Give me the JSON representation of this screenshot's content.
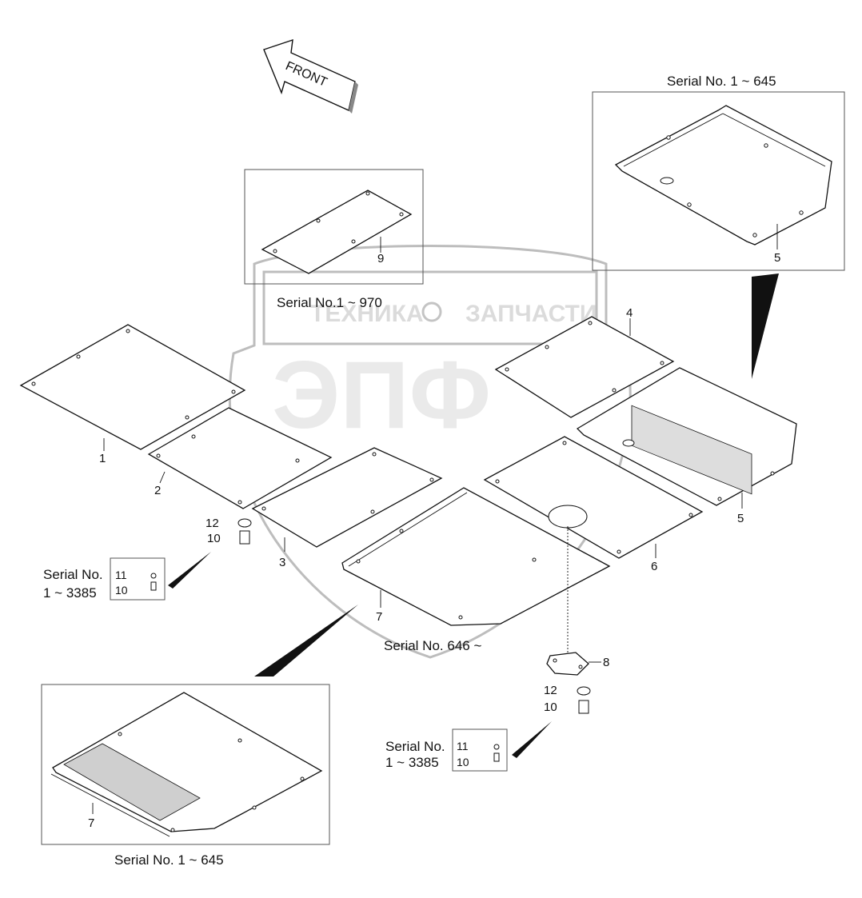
{
  "diagram": {
    "front_arrow": "FRONT",
    "watermark": {
      "left_word": "ТЕХНИКА",
      "right_word": "ЗАПЧАСТИ",
      "logo_letters": "ЭПФ"
    },
    "callouts": {
      "p1": "1",
      "p2": "2",
      "p3": "3",
      "p4": "4",
      "p5_main": "5",
      "p5_inset": "5",
      "p6": "6",
      "p7_main": "7",
      "p7_inset": "7",
      "p8": "8",
      "p9": "9",
      "p10_left": "10",
      "p10_right": "10",
      "p12_left": "12",
      "p12_right": "12",
      "inset_left_11": "11",
      "inset_left_10": "10",
      "inset_right_11": "11",
      "inset_right_10": "10"
    },
    "serial_labels": {
      "top_right": "Serial No. 1 ~ 645",
      "top_center": "Serial No.1 ~ 970",
      "center": "Serial No. 646 ~",
      "bottom_left": "Serial No. 1 ~ 645",
      "left_inset_line1": "Serial No.",
      "left_inset_line2": "1 ~ 3385",
      "right_inset_line1": "Serial No.",
      "right_inset_line2": "1 ~ 3385"
    }
  }
}
